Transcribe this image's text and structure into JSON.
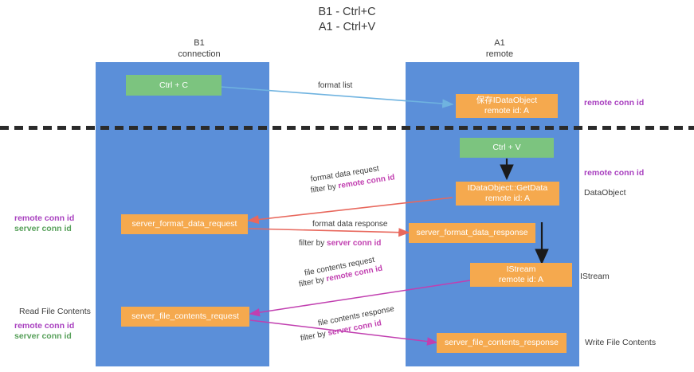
{
  "title": "B1 - Ctrl+C\nA1 - Ctrl+V",
  "columns": {
    "left": "B1\nconnection",
    "right": "A1\nremote"
  },
  "boxes": {
    "ctrl_c": "Ctrl + C",
    "ctrl_v": "Ctrl + V",
    "store_idataobject": "保存IDataObject\nremote id: A",
    "idataobject_getdata": "IDataObject::GetData\nremote id: A",
    "server_format_data_request": "server_format_data_request",
    "server_format_data_response": "server_format_data_response",
    "istream": "IStream\nremote id: A",
    "server_file_contents_request": "server_file_contents_request",
    "server_file_contents_response": "server_file_contents_response"
  },
  "edges": {
    "format_list": "format list",
    "format_data_request": "format data request",
    "format_data_request_filter_prefix": "filter by ",
    "format_data_request_filter_value": "remote conn id",
    "format_data_response": "format data response",
    "format_data_response_filter_prefix": "filter by ",
    "format_data_response_filter_value": "server conn id",
    "file_contents_request": "file contents request",
    "file_contents_request_filter_prefix": "filter by ",
    "file_contents_request_filter_value": "remote conn id",
    "file_contents_response": "file contents response",
    "file_contents_response_filter_prefix": "filter by ",
    "file_contents_response_filter_value": "server conn id"
  },
  "annotations": {
    "right_remote_conn_id_top": "remote conn id",
    "right_remote_conn_id_mid": "remote conn id",
    "right_dataobject": "DataObject",
    "right_istream": "IStream",
    "right_write_file_contents": "Write File Contents",
    "left_remote_conn_id_mid": "remote conn id",
    "left_server_conn_id_mid": "server conn id",
    "left_read_file_contents": "Read File Contents",
    "left_remote_conn_id_bottom": "remote conn id",
    "left_server_conn_id_bottom": "server conn id"
  },
  "colors": {
    "lane": "#5b8fd9",
    "green_box": "#7cc47f",
    "orange_box": "#f5a94e",
    "purple_text": "#a83fbf",
    "green_text": "#57a05a",
    "arrow_blue": "#6fb3e0",
    "arrow_red": "#e8685d",
    "arrow_magenta": "#c13fb0",
    "arrow_black": "#1a1a1a",
    "divider": "#2b2b2b"
  }
}
